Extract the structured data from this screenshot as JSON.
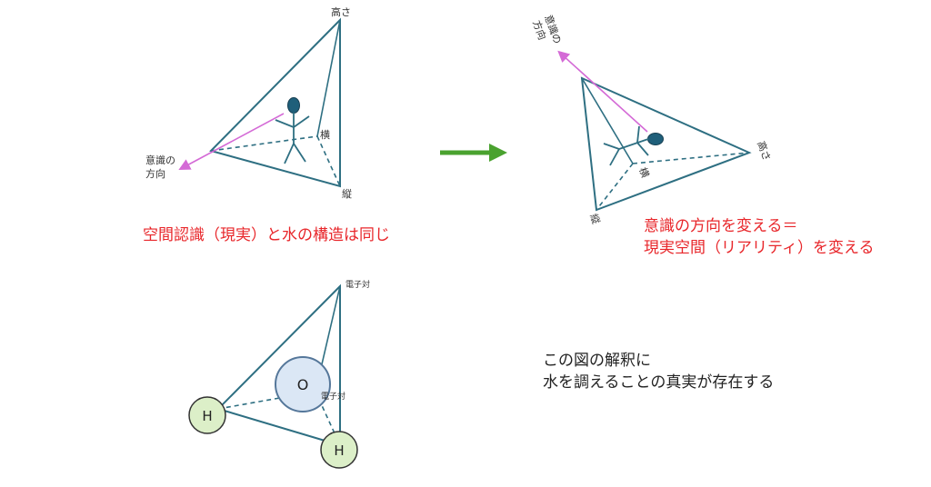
{
  "colors": {
    "structure": "#2e6f82",
    "dashed": "#2e6f82",
    "arrow": "#d46ad6",
    "figure_head": "#1f5f7a",
    "transition_arrow": "#4aa22f",
    "caption_red": "#e8262a",
    "caption_dark": "#222222",
    "oxygen_fill": "#dbe7f5",
    "oxygen_stroke": "#55779a",
    "hydrogen_fill": "#dcefc8",
    "hydrogen_stroke": "#333333"
  },
  "diagram_left": {
    "label_height": "高さ",
    "label_awareness_line1": "意識の",
    "label_awareness_line2": "方向",
    "label_horizontal": "横",
    "label_vertical": "縦"
  },
  "diagram_right": {
    "label_awareness_line1": "意識の",
    "label_awareness_line2": "方向",
    "label_height": "高さ",
    "label_horizontal": "横",
    "label_vertical": "縦"
  },
  "molecule": {
    "oxygen": "O",
    "hydrogen_left": "H",
    "hydrogen_right": "H",
    "electron_pair_top": "電子対",
    "electron_pair_center": "電子対"
  },
  "captions": {
    "left": "空間認識（現実）と水の構造は同じ",
    "right_line1": "意識の方向を変える＝",
    "right_line2": "現実空間（リアリティ）を変える",
    "bottom_line1": "この図の解釈に",
    "bottom_line2": "水を調えることの真実が存在する"
  }
}
